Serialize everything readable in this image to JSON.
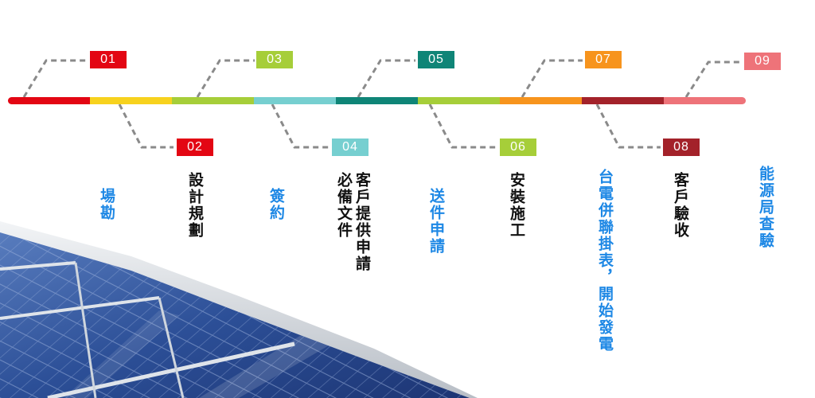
{
  "steps": [
    {
      "number": "01",
      "label": "場勘",
      "color": "#e30613",
      "label_color": "#1e88e5"
    },
    {
      "number": "02",
      "label": "設計規劃",
      "color": "#e30613",
      "label_color": "#111111"
    },
    {
      "number": "03",
      "label": "簽約",
      "color": "#a6ce39",
      "label_color": "#1e88e5"
    },
    {
      "number": "04",
      "label": "客戶提供申請\n必備文件",
      "color": "#76cfd0",
      "label_color": "#111111"
    },
    {
      "number": "05",
      "label": "送件申請",
      "color": "#0f8577",
      "label_color": "#1e88e5"
    },
    {
      "number": "06",
      "label": "安裝施工",
      "color": "#a6ce39",
      "label_color": "#111111"
    },
    {
      "number": "07",
      "label": "台電併聯掛表，開始發電",
      "color": "#f7941d",
      "label_color": "#1e88e5"
    },
    {
      "number": "08",
      "label": "客戶驗收",
      "color": "#a3222a",
      "label_color": "#111111"
    },
    {
      "number": "09",
      "label": "能源局查驗",
      "color": "#ee7379",
      "label_color": "#1e88e5"
    }
  ],
  "bar_colors": [
    "#e30613",
    "#f7d21e",
    "#a6ce39",
    "#76cfd0",
    "#0f8577",
    "#a6ce39",
    "#f7941d",
    "#a3222a",
    "#ee7379"
  ],
  "connector_color": "#8a8a8a"
}
